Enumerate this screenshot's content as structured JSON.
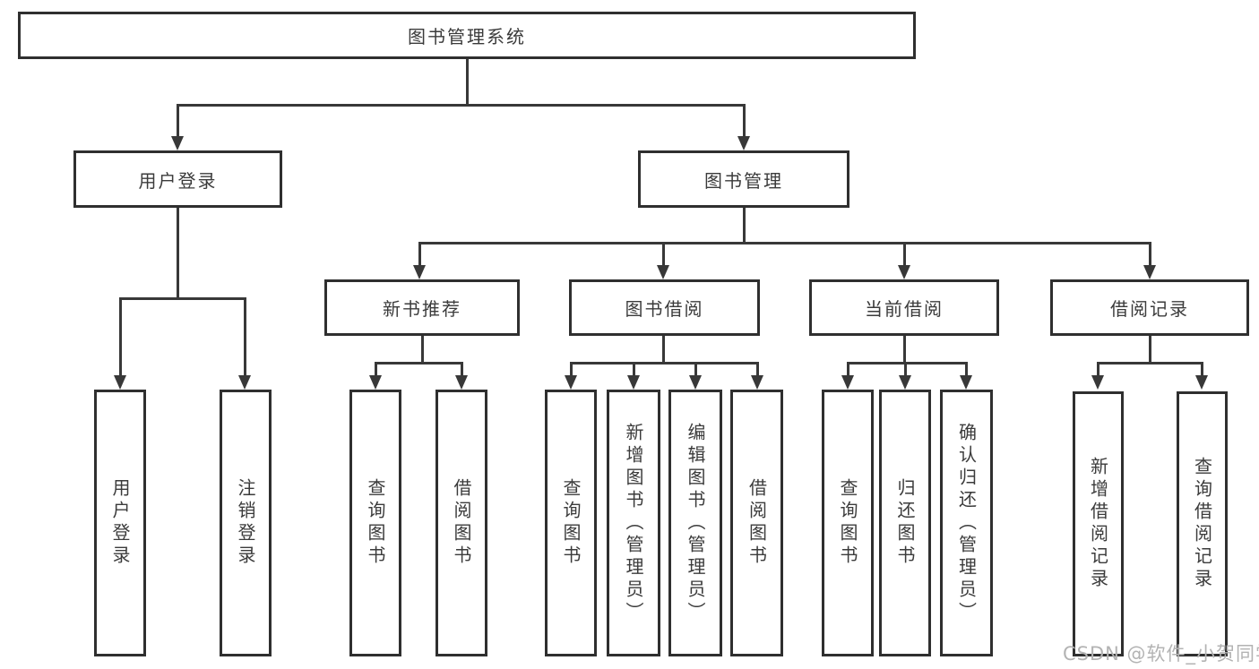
{
  "diagram": {
    "type": "tree",
    "title": "图书管理系统",
    "tree": {
      "label": "图书管理系统",
      "children": [
        {
          "label": "用户登录",
          "children": [
            {
              "label": "用户登录"
            },
            {
              "label": "注销登录"
            }
          ]
        },
        {
          "label": "图书管理",
          "children": [
            {
              "label": "新书推荐",
              "children": [
                {
                  "label": "查询图书"
                },
                {
                  "label": "借阅图书"
                }
              ]
            },
            {
              "label": "图书借阅",
              "children": [
                {
                  "label": "查询图书"
                },
                {
                  "label": "新增图书（管理员）"
                },
                {
                  "label": "编辑图书（管理员）"
                },
                {
                  "label": "借阅图书"
                }
              ]
            },
            {
              "label": "当前借阅",
              "children": [
                {
                  "label": "查询图书"
                },
                {
                  "label": "归还图书"
                },
                {
                  "label": "确认归还（管理员）"
                }
              ]
            },
            {
              "label": "借阅记录",
              "children": [
                {
                  "label": "新增借阅记录"
                },
                {
                  "label": "查询借阅记录"
                }
              ]
            }
          ]
        }
      ]
    }
  },
  "nodes": {
    "root": "图书管理系统",
    "user_login": "用户登录",
    "book_mgmt": "图书管理",
    "new_book_rec": "新书推荐",
    "book_borrow": "图书借阅",
    "current_borrow": "当前借阅",
    "borrow_record": "借阅记录",
    "leaf_user_login": "用户登录",
    "leaf_logout": "注销登录",
    "leaf_query_book_1": "查询图书",
    "leaf_borrow_book_1": "借阅图书",
    "leaf_query_book_2": "查询图书",
    "leaf_add_book": "新增图书（管理员）",
    "leaf_edit_book": "编辑图书（管理员）",
    "leaf_borrow_book_2": "借阅图书",
    "leaf_query_book_3": "查询图书",
    "leaf_return_book": "归还图书",
    "leaf_confirm_return": "确认归还（管理员）",
    "leaf_add_record": "新增借阅记录",
    "leaf_query_record": "查询借阅记录"
  },
  "watermark": {
    "text": "CSDN @软件_小贺同学",
    "color": "#b3b3b3"
  },
  "colors": {
    "background": "#ffffff",
    "line": "#383838",
    "box_border": "#2f2f2f",
    "text": "#3b3b3b",
    "watermark": "#b3b3b3"
  }
}
